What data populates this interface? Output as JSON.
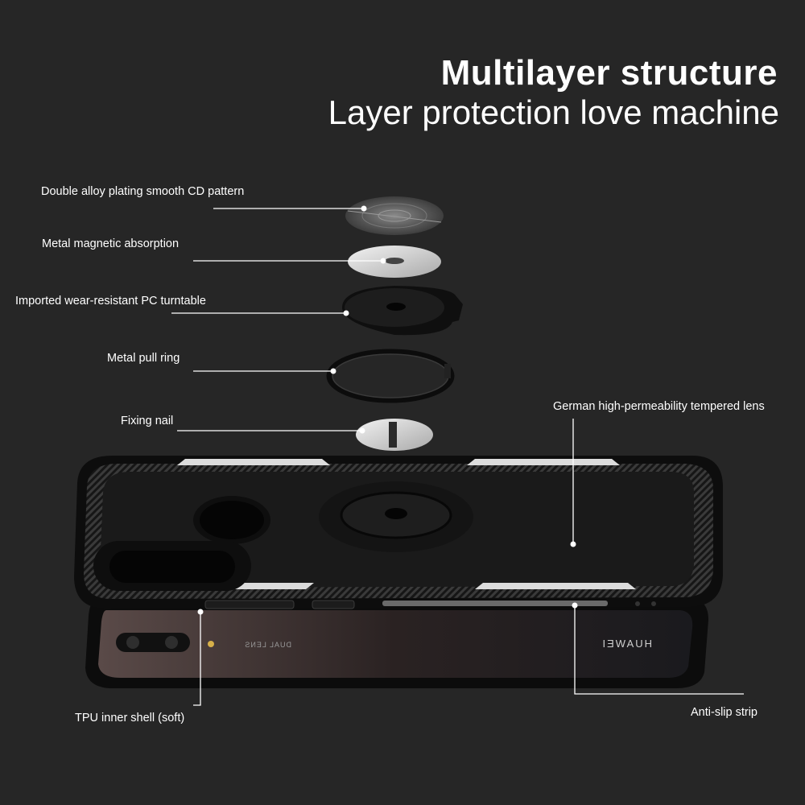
{
  "heading": {
    "title": "Multilayer structure",
    "subtitle": "Layer protection love machine"
  },
  "callouts": {
    "cd_pattern": "Double alloy plating smooth CD pattern",
    "magnetic": "Metal magnetic absorption",
    "turntable": "Imported wear-resistant PC turntable",
    "pull_ring": "Metal pull ring",
    "fixing_nail": "Fixing nail",
    "tempered_lens": "German high-permeability tempered lens",
    "tpu_shell": "TPU inner shell (soft)",
    "anti_slip": "Anti-slip strip"
  },
  "phone": {
    "brand_text": "HUAWEI",
    "camera_text": "DUAL LENS"
  },
  "colors": {
    "background": "#262626",
    "text": "#ffffff",
    "case": "#111111"
  }
}
